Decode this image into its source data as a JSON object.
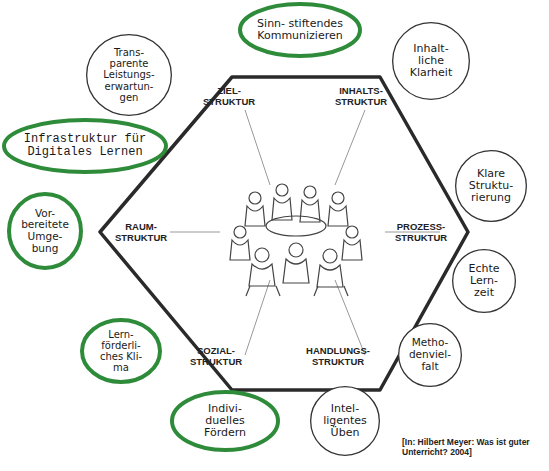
{
  "diagram": {
    "nodes": [
      {
        "text": [
          "Sinn- stiftendes Kommunizieren"
        ]
      },
      {
        "text": [
          "Inhalt- liche Klarheit"
        ]
      },
      {
        "text": [
          "Trans- parente Leistungs- erwartun- gen"
        ]
      },
      {
        "text": [
          "Infrastruktur für Digitales Lernen"
        ]
      },
      {
        "text": [
          "Klare Struktu- rierung"
        ]
      },
      {
        "text": [
          "Vor- bereitete Umge- bung"
        ]
      },
      {
        "text": [
          "Echte Lern- zeit"
        ]
      },
      {
        "text": [
          "Lern- förderli- ches Kli- ma"
        ]
      },
      {
        "text": [
          "Metho- denviel- falt"
        ]
      },
      {
        "text": [
          "Indivi- duelles Fördern"
        ]
      },
      {
        "text": [
          "Intel- ligentes Üben"
        ]
      }
    ],
    "labels": [
      "ZIEL- STRUKTUR",
      "INHALTS- STRUKTUR",
      "RAUM- STRUKTUR",
      "PROZESS- STRUKTUR",
      "SOZIAL- STRUKTUR",
      "HANDLUNGS- STRUKTUR",
      "[In: Hilbert Meyer: Was ist guter Unterricht? 2004]"
    ]
  }
}
